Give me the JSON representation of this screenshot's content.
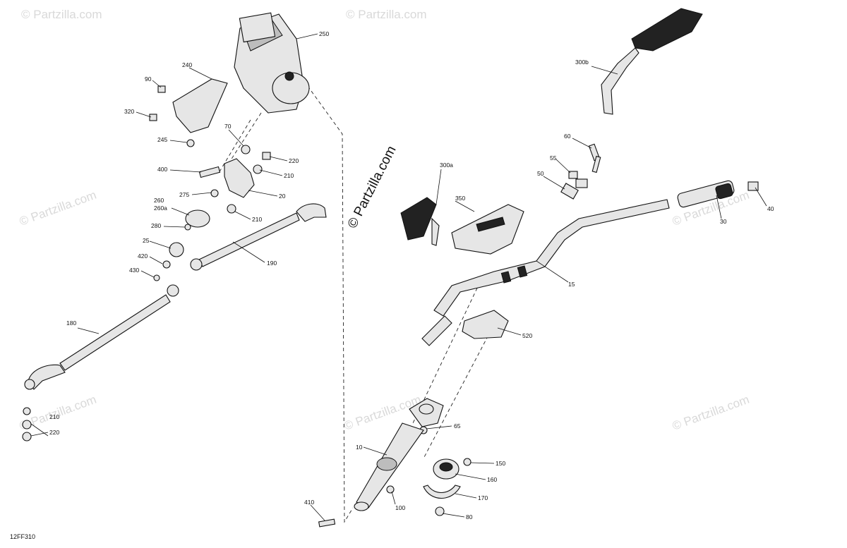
{
  "diagram_code": "12FF310",
  "stamp_text": "© Partzilla.com",
  "watermark_text": "© Partzilla.com",
  "labels": {
    "p250": "250",
    "p240": "240",
    "p90": "90",
    "p320": "320",
    "p245": "245",
    "p70": "70",
    "p220a": "220",
    "p210a": "210",
    "p400": "400",
    "p20": "20",
    "p275": "275",
    "p260": "260",
    "p260a": "260a",
    "p210b": "210",
    "p280": "280",
    "p25": "25",
    "p420": "420",
    "p430": "430",
    "p190": "190",
    "p180": "180",
    "p210c": "210",
    "p220b": "220",
    "p300a": "300a",
    "p350": "350",
    "p300b": "300b",
    "p60": "60",
    "p55": "55",
    "p50": "50",
    "p40": "40",
    "p30": "30",
    "p15": "15",
    "p520": "520",
    "p65": "65",
    "p10": "10",
    "p150": "150",
    "p160": "160",
    "p170": "170",
    "p100": "100",
    "p80": "80",
    "p410": "410"
  }
}
